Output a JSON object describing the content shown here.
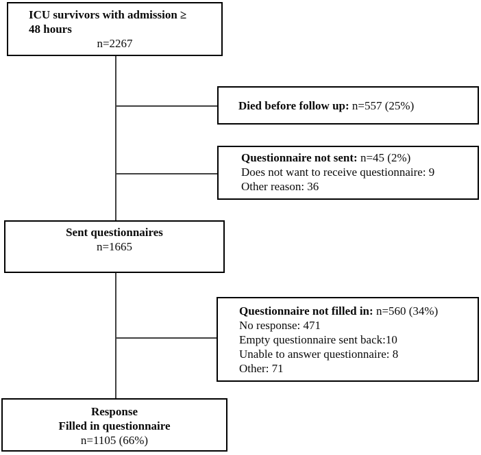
{
  "colors": {
    "background": "#ffffff",
    "box_border": "#000000",
    "connector_line": "#3f3f3f",
    "text": "#0a0a0a"
  },
  "boxes": {
    "icu": {
      "title1": "ICU survivors with admission ≥",
      "title2": "48 hours",
      "count": "n=2267"
    },
    "died": {
      "label": "Died before follow up:",
      "value": " n=557 (25%)"
    },
    "not_sent": {
      "label": "Questionnaire not sent:",
      "value": " n=45 (2%)",
      "details": [
        "Does not want to receive questionnaire: 9",
        "Other reason: 36"
      ]
    },
    "sent": {
      "title": "Sent questionnaires",
      "count": "n=1665"
    },
    "not_filled": {
      "label": "Questionnaire not filled in:",
      "value": " n=560 (34%)",
      "details": [
        "No response: 471",
        "Empty questionnaire sent back:10",
        "Unable to answer questionnaire: 8",
        "Other: 71"
      ]
    },
    "response": {
      "title1": "Response",
      "title2": "Filled in questionnaire",
      "count": "n=1105 (66%)"
    }
  }
}
